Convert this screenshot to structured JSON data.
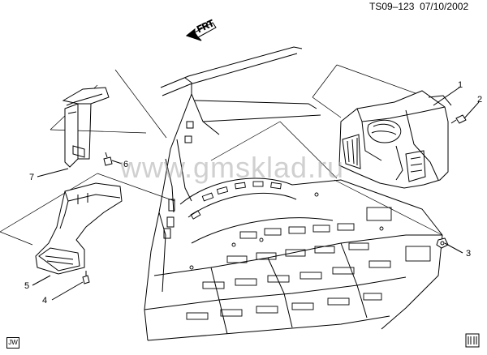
{
  "header": {
    "drawing_id": "TS09–123",
    "date": "07/10/2002"
  },
  "front_arrow": {
    "label": "FRT",
    "icon": "front-direction-arrow-icon"
  },
  "callouts": [
    "1",
    "2",
    "3",
    "4",
    "5",
    "6",
    "7"
  ],
  "watermark": "www.gmsklad.ru",
  "corner_tag": "JW",
  "colors": {
    "line": "#000000",
    "background": "#ffffff",
    "watermark": "#aaaaaa"
  }
}
